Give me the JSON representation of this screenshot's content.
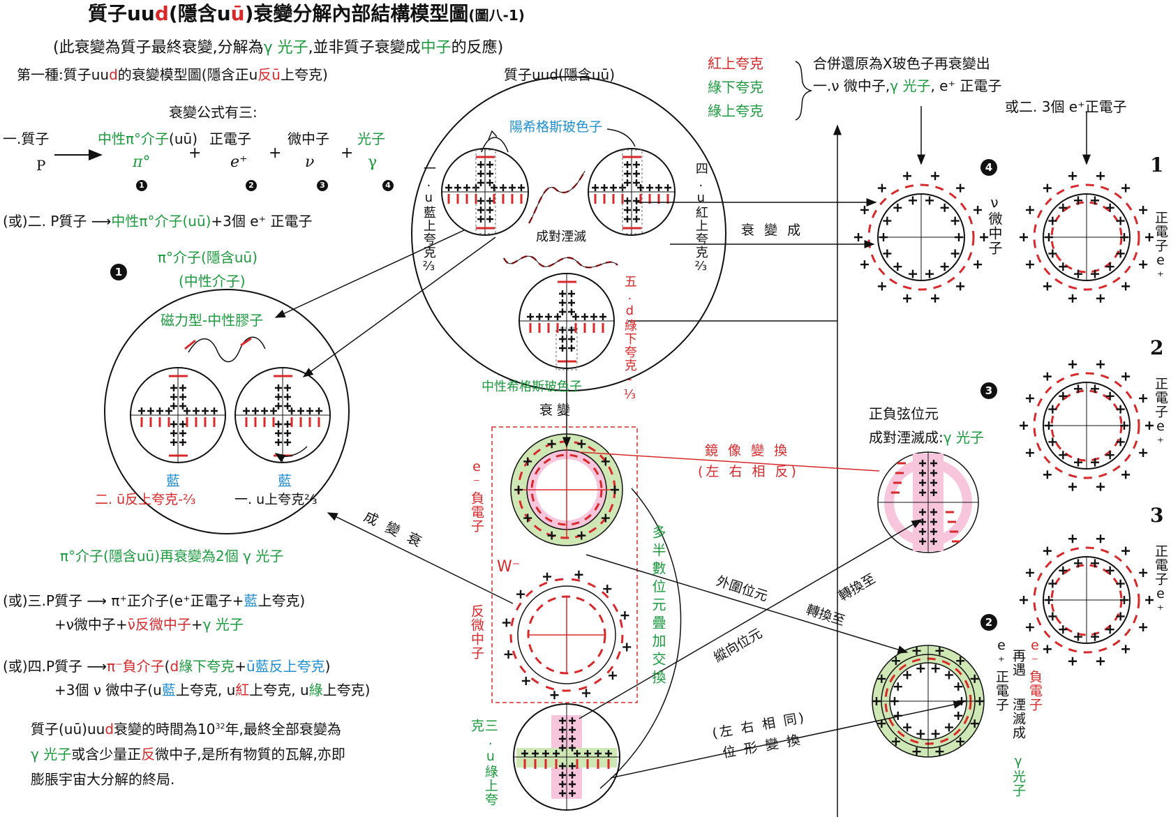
{
  "header": {
    "title_a": "質子uu",
    "title_d": "d",
    "title_b": "(隱含u",
    "title_ubar": "ū",
    "title_c": ")衰變分解內部結構模型圖",
    "title_fig": "(圖八-1)",
    "subtitle_a": "(此衰變為質子最終衰變,分解為",
    "subtitle_gamma": "γ 光子",
    "subtitle_b": ",並非質子衰變成",
    "subtitle_neutron": "中子",
    "subtitle_c": "的反應)"
  },
  "type1": {
    "a": "第一種:質子uu",
    "d": "d",
    "b": "的衰變模型圖(隱含正u",
    "rev": "反ū",
    "c": "上夸克)"
  },
  "formula": {
    "heading": "衰變公式有三:",
    "one_label": "一.質子",
    "P": "P",
    "pion_label": "中性π°介子",
    "pion_uu": "(uū)",
    "pion_sym": "π°",
    "positron_label": "正電子",
    "positron_sym": "e⁺",
    "neutrino_label": "微中子",
    "neutrino_sym": "ν",
    "photon_label": "光子",
    "photon_sym": "γ",
    "plus": "+",
    "n1": "1",
    "n2": "2",
    "n3": "3",
    "n4": "4"
  },
  "alt2": {
    "a": "(或)二. P質子 ⟶",
    "green": "中性π°介子(uū)",
    "b": "+3個 e⁺ 正電子"
  },
  "pion_box": {
    "badge": "1",
    "line1": "π°介子(隱含uū)",
    "line2": "(中性介子)",
    "gluon": "磁力型-中性膠子"
  },
  "left_labels": {
    "blue_a": "藍",
    "blue_b": "藍",
    "anti_u": "二. ū反上夸克-⅔",
    "u_up": "一. u上夸克⅔",
    "decay_arrow": "成 變 衰"
  },
  "pion_decay": "π°介子(隱含uū)再衰變為2個 γ 光子",
  "alt3": {
    "a": "(或)三.P質子 ⟶ π⁺正介子(e⁺正電子+",
    "blue": "藍",
    "b": "上夸克)",
    "line2_a": "+ν微中子+",
    "line2_red": "ν̄反微中子",
    "line2_b": "+",
    "line2_green": "γ 光子"
  },
  "alt4": {
    "a": "(或)四.P質子 ⟶",
    "red1": "π⁻負介子",
    "b": "(",
    "d": "d",
    "green1": "綠下夸克",
    "c": "+",
    "ubar": "ū",
    "blue1": "藍反上夸克",
    "e": ")",
    "l2_a": "+3個 ν 微中子(u",
    "l2_blue": "藍",
    "l2_b": "上夸克, u",
    "l2_red": "紅",
    "l2_c": "上夸克, u",
    "l2_green": "綠",
    "l2_d": "上夸克)"
  },
  "conclusion": {
    "l1_a": "質子(uū)uu",
    "l1_d": "d",
    "l1_b": "衰變的時間為10",
    "l1_sup": "32",
    "l1_c": "年,最終全部衰變為",
    "l2_green": "γ 光子",
    "l2_a": "或含少量正",
    "l2_red": "反",
    "l2_b": "微中子,是所有物質的瓦解,亦即",
    "l3": "膨脹宇宙大分解的終局."
  },
  "proton": {
    "label": "質子uud(隱含uū)",
    "higgs": "陽希格斯玻色子",
    "annihilate": "成對湮滅",
    "q1": "一.u藍上夸克⅔",
    "q4": "四.u紅上夸克⅔",
    "q5": "五.d綠下夸克-⅓",
    "neutral_higgs": "中性希格斯玻色子",
    "decay": "衰 變"
  },
  "w_box": {
    "e_minus": "e⁻負電子",
    "w": "W⁻",
    "anti_nu": "反微中子",
    "q3": "三.u綠上夸克"
  },
  "middle": {
    "mirror1": "鏡 像 變 換",
    "mirror2": "(左 右 相 反)",
    "arc": "多半數位元疊加交換",
    "outer": "外圍位元",
    "convert1": "轉換至",
    "convert2": "轉換至",
    "vertical": "縱向位元",
    "pos1": "(左 右 相 同)",
    "pos2": "位 形 變 換",
    "decay_into": "衰 變 成"
  },
  "right_top": {
    "red": "紅上夸克",
    "green1": "綠下夸克",
    "green2": "綠上夸克",
    "merge": "合併還原為X玻色子再衰變出",
    "line2_a": "一.ν 微中子,",
    "line2_green": "γ 光子",
    "line2_b": ", e⁺ 正電子",
    "line3": "或二. 3個 e⁺正電子"
  },
  "right": {
    "b4": "4",
    "nu_label": "ν微中子",
    "b3": "3",
    "annihilate1": "正負弦位元",
    "annihilate2_a": "成對湮滅成:",
    "annihilate2_green": "γ 光子",
    "b2": "2",
    "re_a": "再遇",
    "e_plus_label": "e⁺正電子",
    "e_minus_label": "e⁻負電子",
    "re_b": "湮滅成",
    "re_green": "γ光子",
    "n1": "1",
    "n2": "2",
    "n3": "3",
    "positron_v": "正電子e⁺"
  },
  "colors": {
    "red": "#d8282a",
    "green": "#1b9a3e",
    "blue": "#1e8fd0",
    "green_ring": "#cfe6b5",
    "pink_ring": "#f7c6dc"
  }
}
